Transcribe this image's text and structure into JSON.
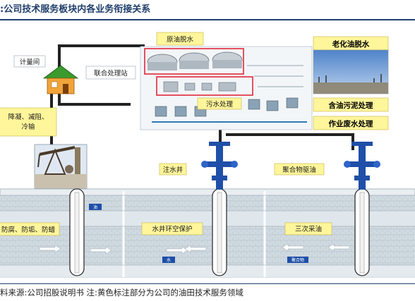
{
  "figure": {
    "title": ":公司技术服务板块内各业务衔接关系",
    "source_note": "料来源:公司招股说明书 注:黄色标注部分为公司的油田技术服务领域"
  },
  "labels": {
    "metering_station": "计量间",
    "joint_station": "联合处理站",
    "crude_dehydration": "原油脱水",
    "sewage_treatment": "污水处理",
    "aged_oil_dehydration": "老化油脱水",
    "oily_sludge": "含油污泥处理",
    "waste_water": "作业废水处理",
    "paraffin_prevention": "降凝、减阻、冷输",
    "injection_well": "注水井",
    "polymer_flooding": "聚合物驱油",
    "anti_corrosion": "防腐、防垢、防蜡",
    "well_protection": "水井环空保护",
    "tertiary_recovery": "三次采油",
    "oil_tag": "油",
    "water_tag": "水",
    "polymer_tag": "聚合物"
  },
  "colors": {
    "highlight": "#fff59a",
    "frame_red": "#e0283a",
    "strata": "#c9d4dc",
    "pipe": "#222222"
  }
}
